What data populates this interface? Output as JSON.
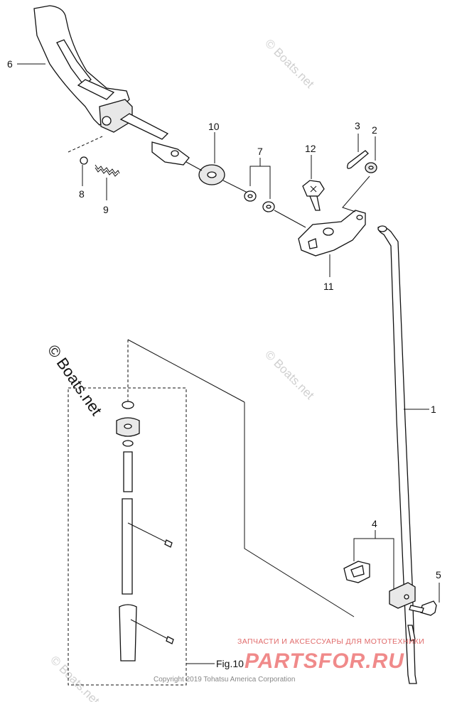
{
  "callouts": {
    "n1": "1",
    "n2": "2",
    "n3": "3",
    "n4": "4",
    "n5": "5",
    "n6": "6",
    "n7": "7",
    "n8": "8",
    "n9": "9",
    "n10": "10",
    "n11": "11",
    "n12": "12"
  },
  "figure_ref": "Fig.10",
  "copyright": "Copyright 2019 Tohatsu America Corporation",
  "watermark": "© Boats.net",
  "ad": {
    "tagline": "ЗАПЧАСТИ И АКСЕССУАРЫ ДЛЯ МОТОТЕХНИКИ",
    "logo": "PARTSFOR.RU"
  }
}
